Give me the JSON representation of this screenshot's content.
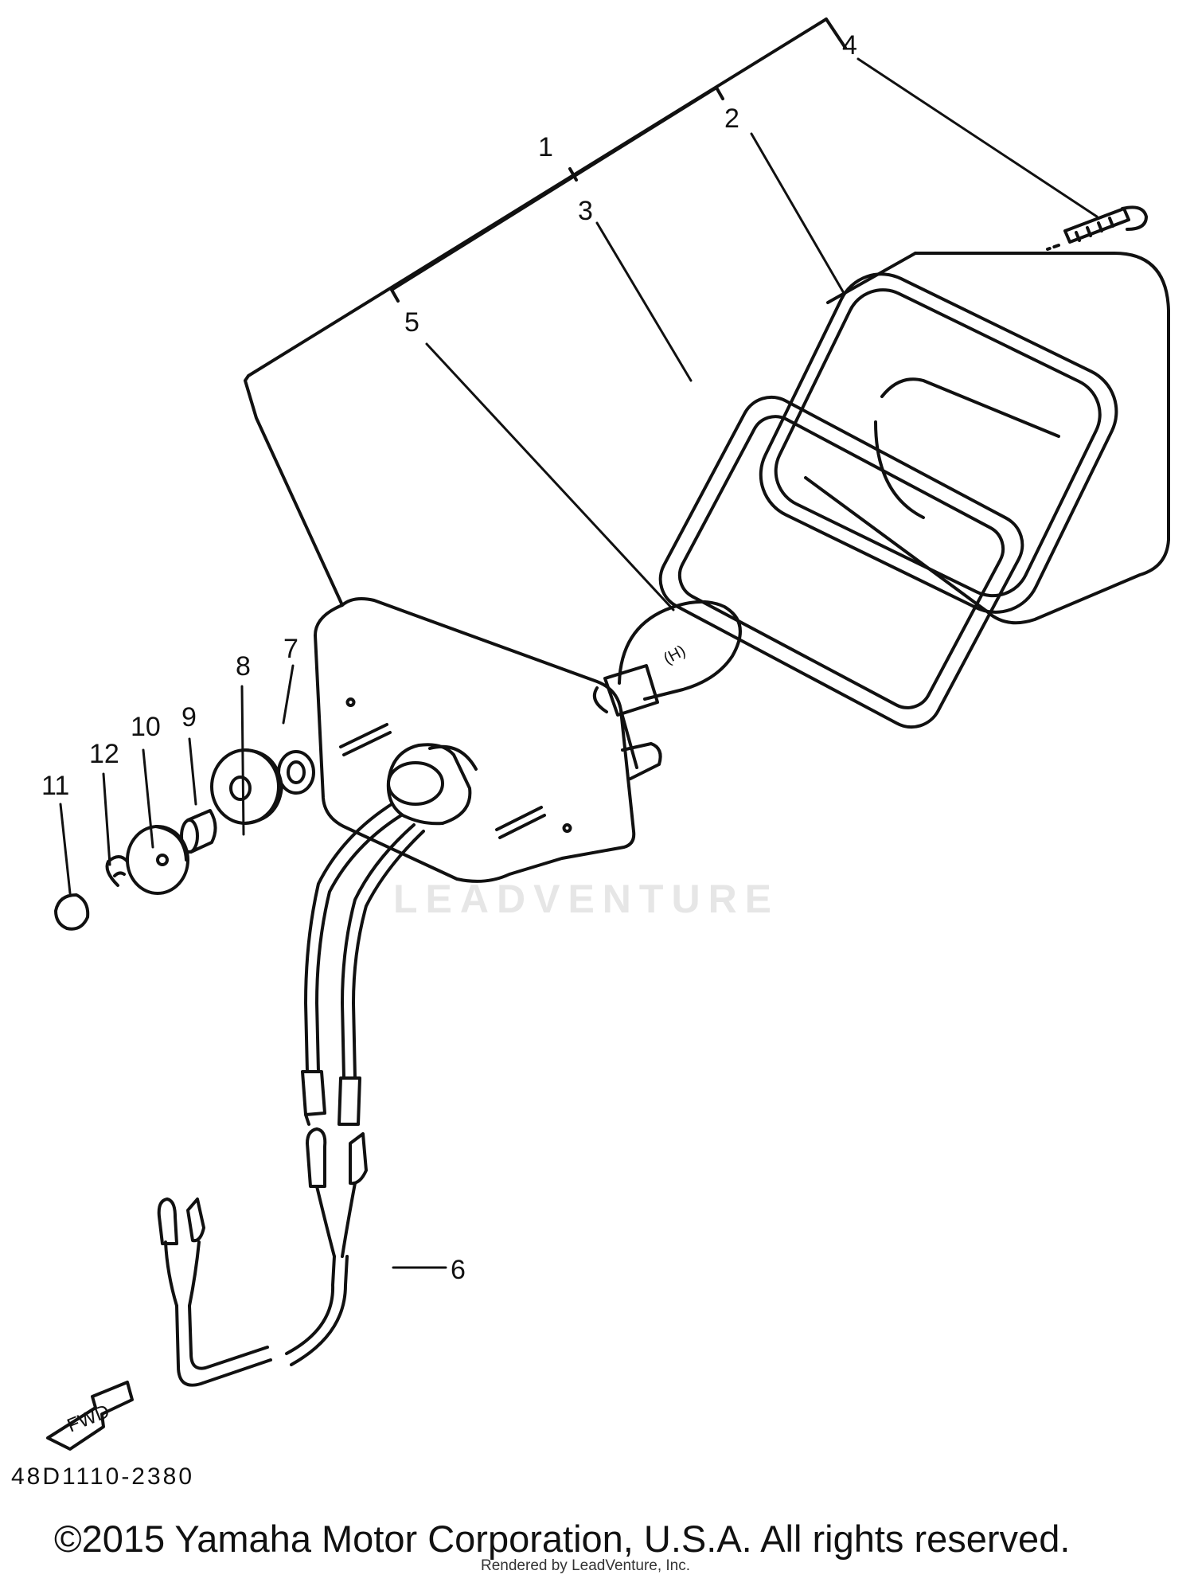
{
  "diagram": {
    "callouts": [
      "1",
      "2",
      "3",
      "4",
      "5",
      "6",
      "7",
      "8",
      "9",
      "10",
      "11",
      "12"
    ],
    "direction_label": "FWD",
    "bulb_marking": "(H)"
  },
  "footer": {
    "plate_code": "48D1110-2380",
    "copyright": "©2015 Yamaha Motor Corporation, U.S.A. All rights reserved.",
    "rendered_by": "Rendered by LeadVenture, Inc."
  },
  "watermark": {
    "text": "LEADVENTURE"
  }
}
